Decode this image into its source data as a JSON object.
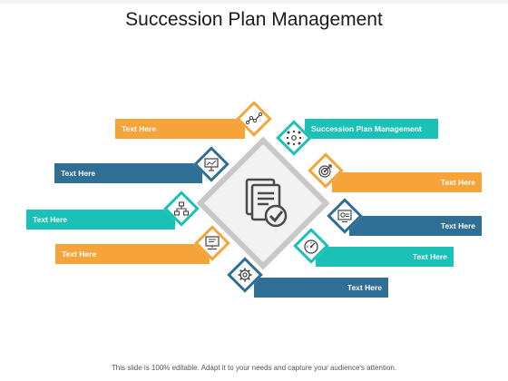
{
  "title": "Succession Plan Management",
  "footer": "This slide is 100% editable. Adapt it to your needs and capture your audience's attention.",
  "colors": {
    "orange": "#f6a43a",
    "blue": "#2f6f96",
    "teal": "#19c1b6",
    "center_border": "#c8c8c8"
  },
  "center": {
    "icon": "document-check-icon"
  },
  "items": [
    {
      "label": "Text Here",
      "color": "orange",
      "icon": "trend-line-icon"
    },
    {
      "label": "Succession Plan Management",
      "color": "teal",
      "icon": "network-icon"
    },
    {
      "label": "Text Here",
      "color": "blue",
      "icon": "presentation-board-icon"
    },
    {
      "label": "Text Here",
      "color": "orange",
      "icon": "target-icon"
    },
    {
      "label": "Text Here",
      "color": "teal",
      "icon": "hierarchy-icon"
    },
    {
      "label": "Text Here",
      "color": "blue",
      "icon": "monitor-chart-icon"
    },
    {
      "label": "Text Here",
      "color": "orange",
      "icon": "presenter-screen-icon"
    },
    {
      "label": "Text Here",
      "color": "teal",
      "icon": "speedometer-icon"
    },
    {
      "label": "Text Here",
      "color": "blue",
      "icon": "gear-cog-icon"
    }
  ]
}
